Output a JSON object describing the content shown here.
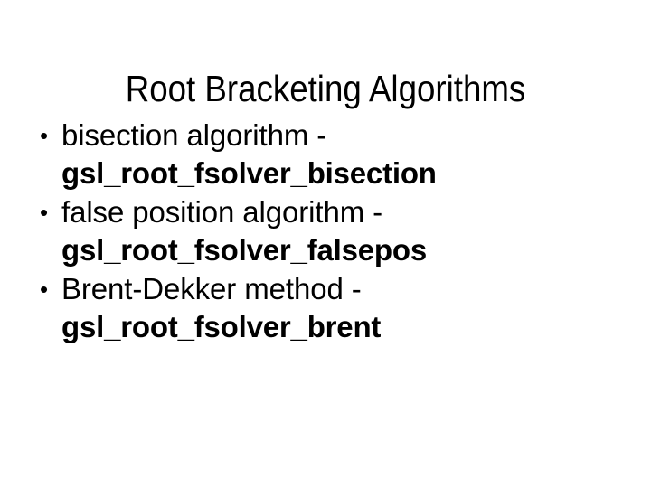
{
  "slide": {
    "title": "Root Bracketing Algorithms",
    "bullet_marker": "•",
    "bullets": [
      {
        "description": "bisection algorithm -",
        "identifier": "gsl_root_fsolver_bisection"
      },
      {
        "description": "false position algorithm -",
        "identifier": "gsl_root_fsolver_falsepos"
      },
      {
        "description": "Brent-Dekker method -",
        "identifier": "gsl_root_fsolver_brent"
      }
    ],
    "colors": {
      "background": "#ffffff",
      "text": "#000000"
    }
  }
}
